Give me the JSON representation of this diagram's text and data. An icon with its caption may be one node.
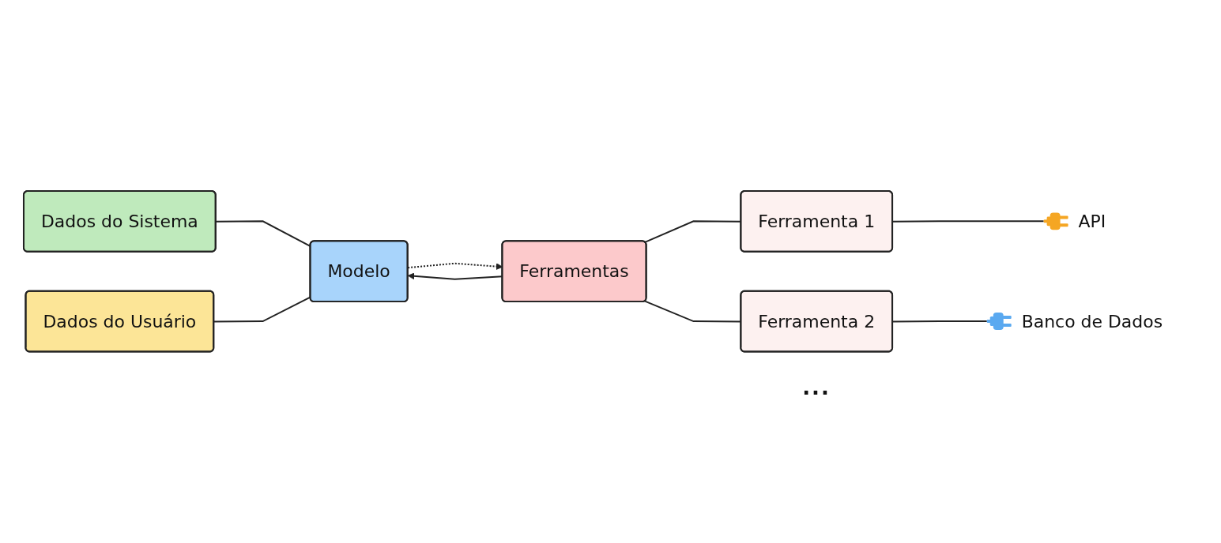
{
  "diagram": {
    "nodes": [
      {
        "text": [
          "Dados do Sistema"
        ]
      },
      {
        "text": [
          "Modelo"
        ]
      },
      {
        "text": [
          "Dados do Usuário"
        ]
      },
      {
        "text": [
          "Ferramentas"
        ]
      },
      {
        "text": [
          "Ferramenta 1"
        ]
      },
      {
        "text": [
          "Ferramenta 2"
        ]
      },
      {
        "text": [],
        "shape": "picture",
        "beside": [
          "API"
        ]
      },
      {
        "text": [],
        "shape": "picture",
        "beside": [
          "Banco de Dados"
        ]
      }
    ],
    "edges": [
      {
        "from": 0,
        "to": 1,
        "arrow": "none"
      },
      {
        "from": 2,
        "to": 1,
        "arrow": "none"
      },
      {
        "from": 1,
        "to": 3,
        "arrow": "to",
        "style": "dashed"
      },
      {
        "from": 3,
        "to": 1,
        "arrow": "to"
      },
      {
        "from": 3,
        "to": 4,
        "arrow": "none"
      },
      {
        "from": 3,
        "to": 5,
        "arrow": "none"
      },
      {
        "from": 4,
        "to": 6,
        "arrow": "none"
      },
      {
        "from": 5,
        "to": 7,
        "arrow": "none"
      }
    ],
    "labels": [
      "..."
    ]
  }
}
